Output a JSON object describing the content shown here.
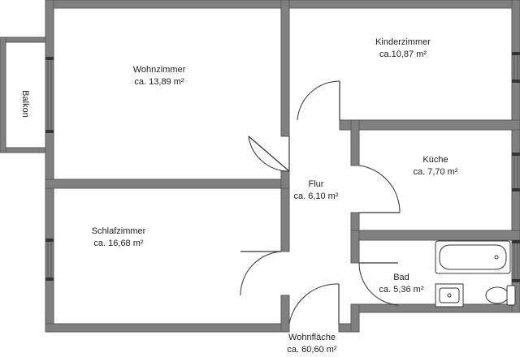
{
  "rooms": {
    "wohnzimmer": {
      "name": "Wohnzimmer",
      "area": "ca. 13,89 m²"
    },
    "kinderzimmer": {
      "name": "Kinderzimmer",
      "area": "ca.10,87 m²"
    },
    "kueche": {
      "name": "Küche",
      "area": "ca. 7,70 m²"
    },
    "flur": {
      "name": "Flur",
      "area": "ca. 6,10 m²"
    },
    "schlafzimmer": {
      "name": "Schlafzimmer",
      "area": "ca. 16,68 m²"
    },
    "bad": {
      "name": "Bad",
      "area": "ca. 5,36 m²"
    }
  },
  "balkon": {
    "name": "Balkon"
  },
  "total": {
    "name": "Wohnfläche",
    "area": "ca. 60,60 m²"
  },
  "colors": {
    "wall": "#808080",
    "background": "#ffffff"
  }
}
